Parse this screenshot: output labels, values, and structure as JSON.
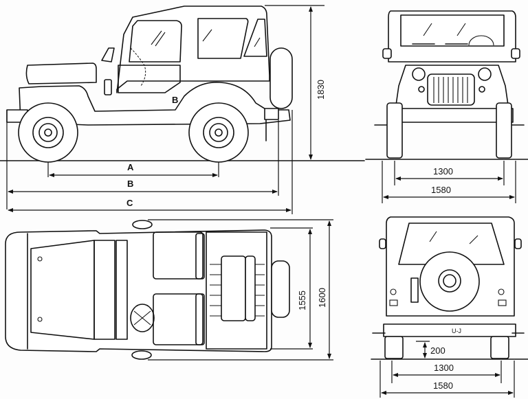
{
  "diagram": {
    "title": "Vehicle dimension blueprint",
    "views": [
      "side",
      "front",
      "top",
      "rear"
    ],
    "side_view": {
      "height_label": "1830",
      "dimension_letters": [
        "A",
        "B",
        "C"
      ]
    },
    "front_view": {
      "track_label": "1300",
      "width_label": "1580"
    },
    "top_view": {
      "inner_width_label": "1555",
      "outer_width_label": "1600"
    },
    "rear_view": {
      "ground_clearance_label": "200",
      "track_label": "1300",
      "width_label": "1580",
      "plate_text": "U-J"
    }
  }
}
